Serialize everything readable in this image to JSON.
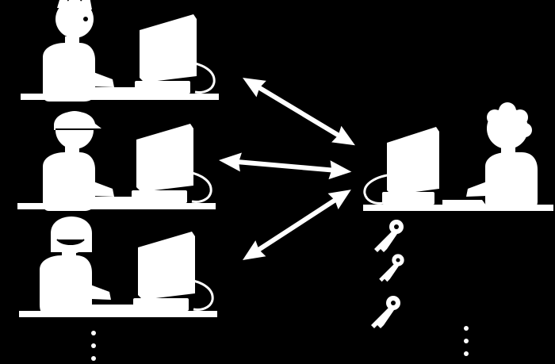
{
  "colors": {
    "background": "#000000",
    "foreground": "#ffffff"
  },
  "left_group": {
    "stations": [
      {
        "person_icon": "person-spiky-hair-icon",
        "computer_icon": "desktop-computer-icon"
      },
      {
        "person_icon": "person-cap-icon",
        "computer_icon": "desktop-computer-icon"
      },
      {
        "person_icon": "person-long-hair-icon",
        "computer_icon": "desktop-computer-icon"
      }
    ],
    "continuation_icon": "vertical-ellipsis-icon"
  },
  "right_group": {
    "station": {
      "person_icon": "person-curly-hair-icon",
      "computer_icon": "desktop-computer-icon"
    },
    "keys": [
      "key-icon",
      "key-icon",
      "key-icon"
    ],
    "continuation_icon": "vertical-ellipsis-icon"
  },
  "connections": [
    {
      "from": "left-station-1",
      "to": "right-station",
      "direction": "bidirectional"
    },
    {
      "from": "left-station-2",
      "to": "right-station",
      "direction": "bidirectional"
    },
    {
      "from": "left-station-3",
      "to": "right-station",
      "direction": "bidirectional"
    }
  ]
}
